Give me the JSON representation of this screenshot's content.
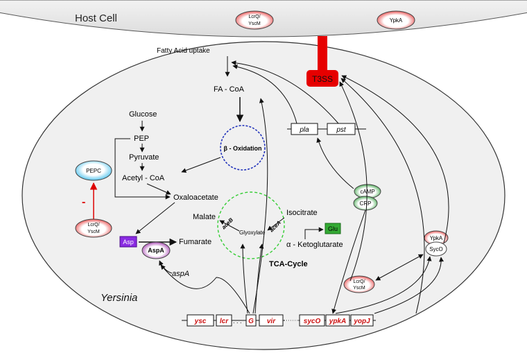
{
  "host_cell_label": "Host Cell",
  "bacterium_label": "Yersinia",
  "host_proteins": {
    "lcrq": [
      "LcrQ/",
      "YscM"
    ],
    "ypka": "YpkA"
  },
  "secretion_system": "T3SS",
  "fatty_acid": {
    "uptake": "Fatty Acid uptake",
    "fa_coa": "FA - CoA",
    "beta_oxidation": "β - Oxidation"
  },
  "glycolysis": {
    "glucose": "Glucose",
    "pep": "PEP",
    "pyruvate": "Pyruvate",
    "acetyl_coa": "Acetyl - CoA"
  },
  "pepc": {
    "label": "PEPC",
    "regulator": [
      "LcrQ/",
      "YscM"
    ],
    "sign": "-"
  },
  "tca": {
    "oxaloacetate": "Oxaloacetate",
    "malate": "Malate",
    "isocitrate": "Isocitrate",
    "glyoxylate": "Glyoxylate",
    "aceB": "aceB",
    "aceA": "aceA",
    "fumarate": "Fumarate",
    "ketoglutarate": "α - Ketoglutarate",
    "glu": "Glu",
    "cycle_label": "TCA-Cycle"
  },
  "aspartate": {
    "asp": "Asp",
    "aspa_protein": "AspA",
    "aspa_gene": "aspA"
  },
  "camp_crp": {
    "camp": "cAMP",
    "crp": "CRP"
  },
  "plasmid_genes": {
    "pla": "pla",
    "pst": "pst"
  },
  "right_proteins": {
    "ypka": "YpkA",
    "syco": "SycO",
    "lcrq": [
      "LcrQ/",
      "YscM"
    ]
  },
  "operon": {
    "ysc": "ysc",
    "lcr": "lcr",
    "dots": ". . .",
    "g": "G",
    "vir": "vir",
    "syco": "sycO",
    "ypka": "ypkA",
    "yopj": "yopJ"
  },
  "colors": {
    "gene_red": "#cc1111",
    "t3ss_red": "#e60000",
    "beta_ring": "#2233bb",
    "tca_ring": "#33cc33",
    "asp_fill": "#8a2be2",
    "glu_fill": "#33aa33",
    "pepc_fill": "#33bbee"
  }
}
